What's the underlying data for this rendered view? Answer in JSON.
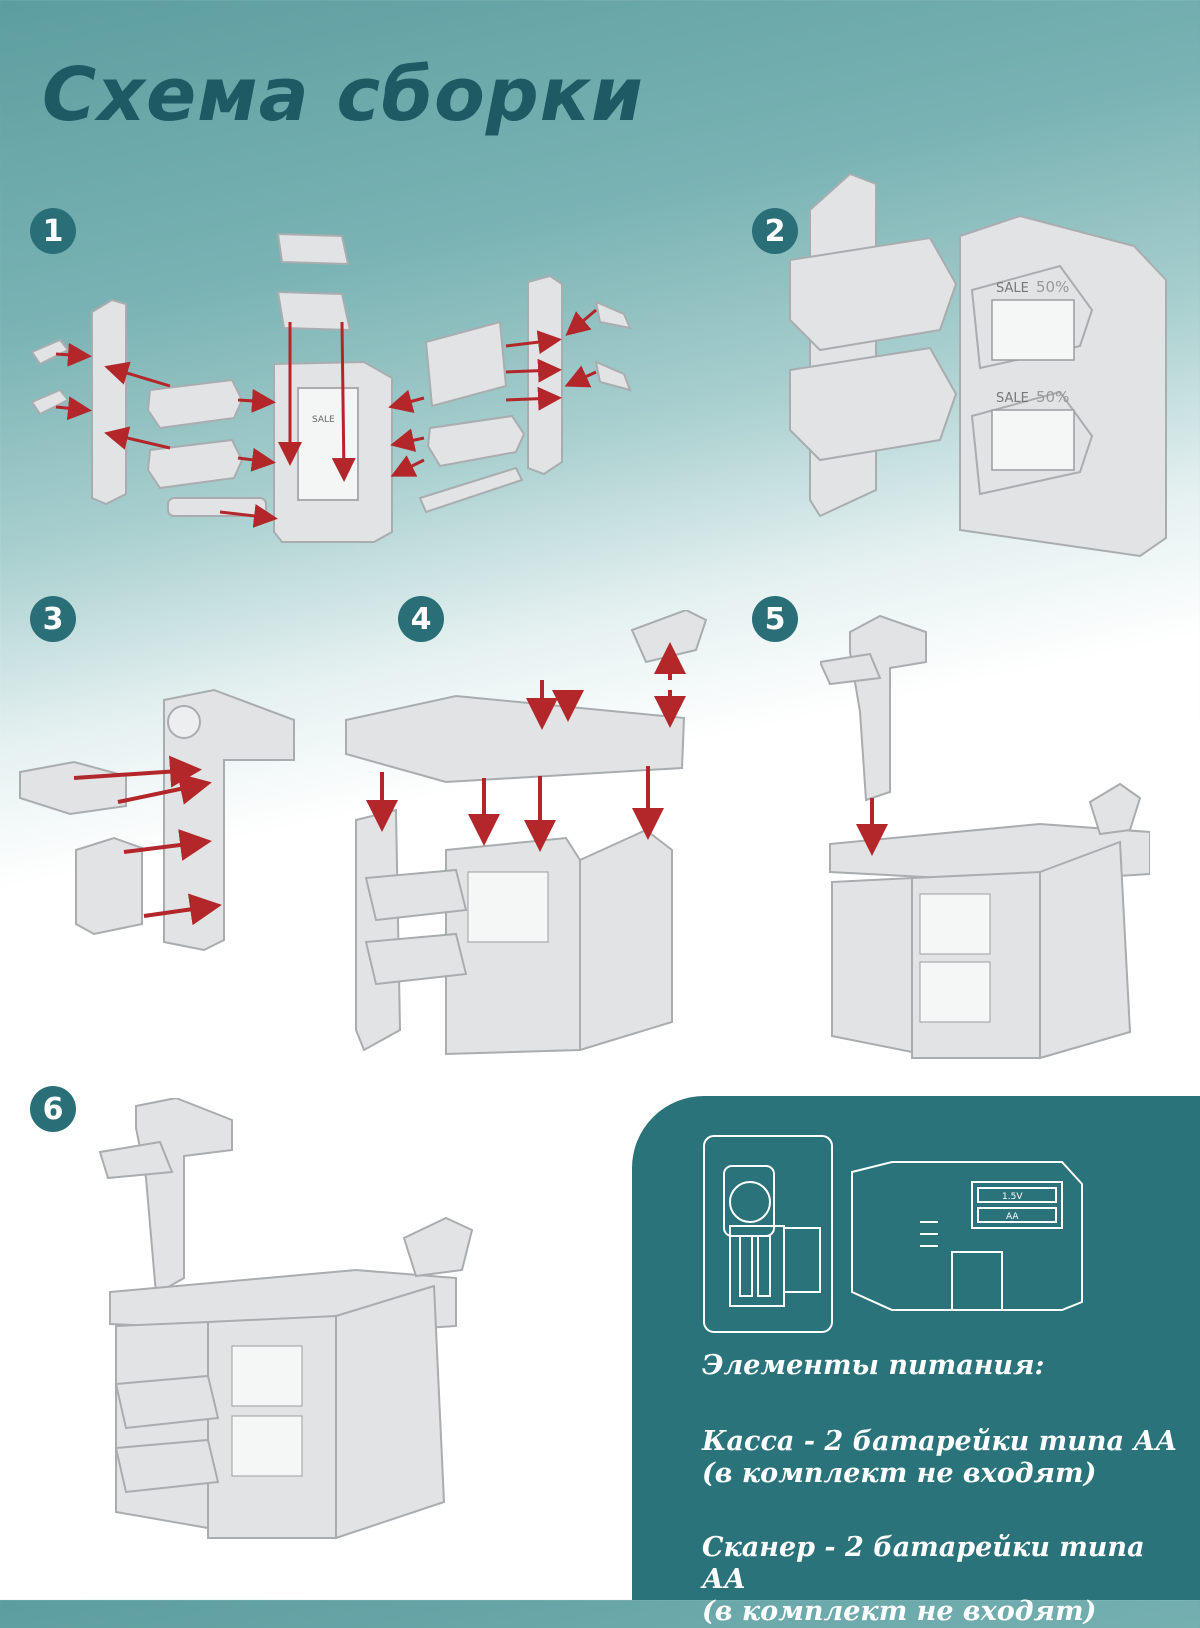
{
  "title": "Схема сборки",
  "steps": [
    {
      "number": "1"
    },
    {
      "number": "2"
    },
    {
      "number": "3"
    },
    {
      "number": "4"
    },
    {
      "number": "5"
    },
    {
      "number": "6"
    }
  ],
  "labels": {
    "sale": "SALE",
    "discount": "50%",
    "battery_voltage": "1.5V",
    "battery_type": "AA"
  },
  "power_panel": {
    "heading": "Элементы питания:",
    "items": [
      {
        "line1": "Касса - 2 батарейки типа АА",
        "line2": "(в комплект не входят)"
      },
      {
        "line1": "Сканер - 2 батарейки типа АА",
        "line2": "(в комплект не входят)"
      }
    ]
  },
  "colors": {
    "title": "#1e5a63",
    "badge": "#2a6f78",
    "panel": "#2a737b",
    "arrow": "#b3262a",
    "part": "#e1e3e4",
    "part_stroke": "#a9adaf"
  }
}
